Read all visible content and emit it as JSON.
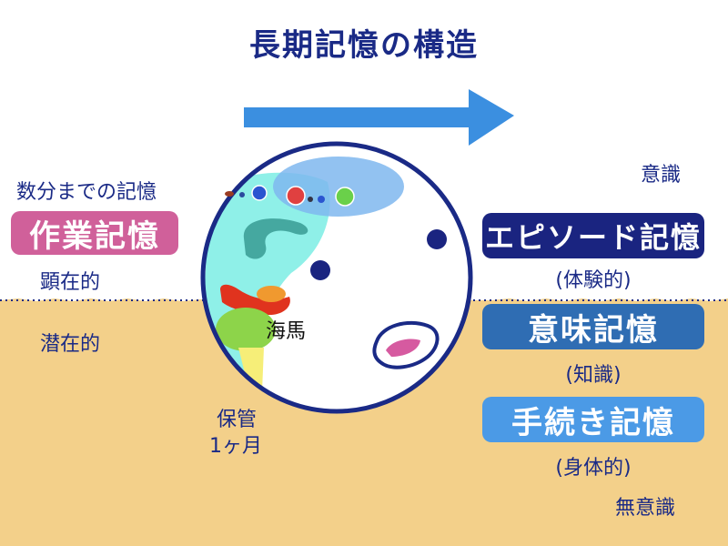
{
  "title": "長期記憶の構造",
  "left": {
    "short_memory_label": "数分までの記憶",
    "working_memory": "作業記憶",
    "explicit": "顕在的",
    "implicit": "潜在的"
  },
  "center": {
    "hippocampus": "海馬",
    "storage_line1": "保管",
    "storage_line2": "1ヶ月"
  },
  "right": {
    "conscious": "意識",
    "episodic": "エピソード記憶",
    "episodic_sub": "(体験的)",
    "semantic": "意味記憶",
    "semantic_sub": "(知識)",
    "procedural": "手続き記憶",
    "procedural_sub": "(身体的)",
    "unconscious": "無意識"
  },
  "colors": {
    "navy": "#1a2a86",
    "arrow": "#3b8fe0",
    "ground": "#f3d08a",
    "working_box": "#d0609a",
    "episodic_box": "#1a2480",
    "semantic_box": "#2f6db3",
    "procedural_box": "#4b9ae6"
  }
}
